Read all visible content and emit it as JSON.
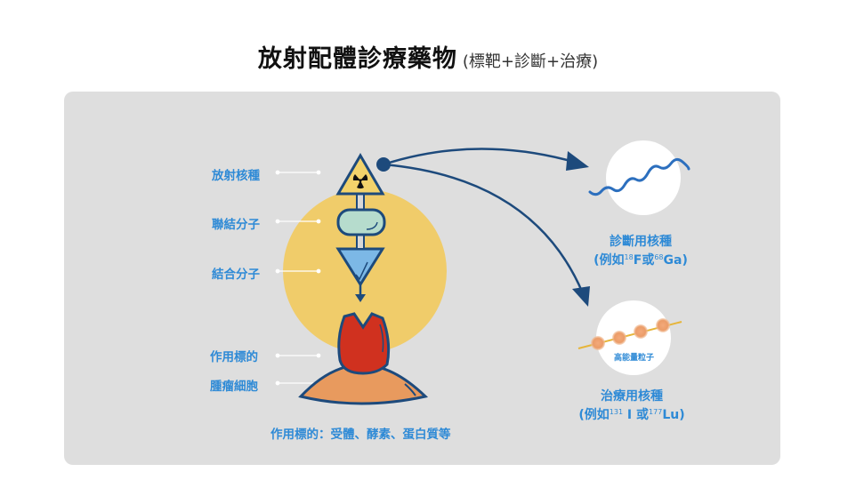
{
  "title": {
    "main": "放射配體診療藥物",
    "sub": "(標靶+診斷+治療)"
  },
  "labels": {
    "radionuclide": "放射核種",
    "linker": "聯結分子",
    "binder": "結合分子",
    "target": "作用標的",
    "tumor_cell": "腫瘤細胞"
  },
  "footnote": "作用標的：受體、酵素、蛋白質等",
  "diagnostic": {
    "line1": "診斷用核種",
    "open": "(例如",
    "iso1_mass": "18",
    "iso1": "F",
    "or": "或",
    "iso2_mass": "68",
    "iso2": "Ga",
    "close": ")"
  },
  "therapeutic": {
    "line1": "治療用核種",
    "open": "(例如",
    "iso1_mass": "131",
    "iso1": " I ",
    "or": "或",
    "iso2_mass": "177",
    "iso2": "Lu",
    "close": ")",
    "particle_label": "高能量粒子"
  },
  "colors": {
    "navy": "#1d4a7c",
    "yellow": "#f0cc6a",
    "blue_text": "#2e8ad6",
    "red": "#d0311f",
    "orange": "#e89a5e",
    "mint": "#b6dccd",
    "lightblue": "#7cb8e6"
  }
}
